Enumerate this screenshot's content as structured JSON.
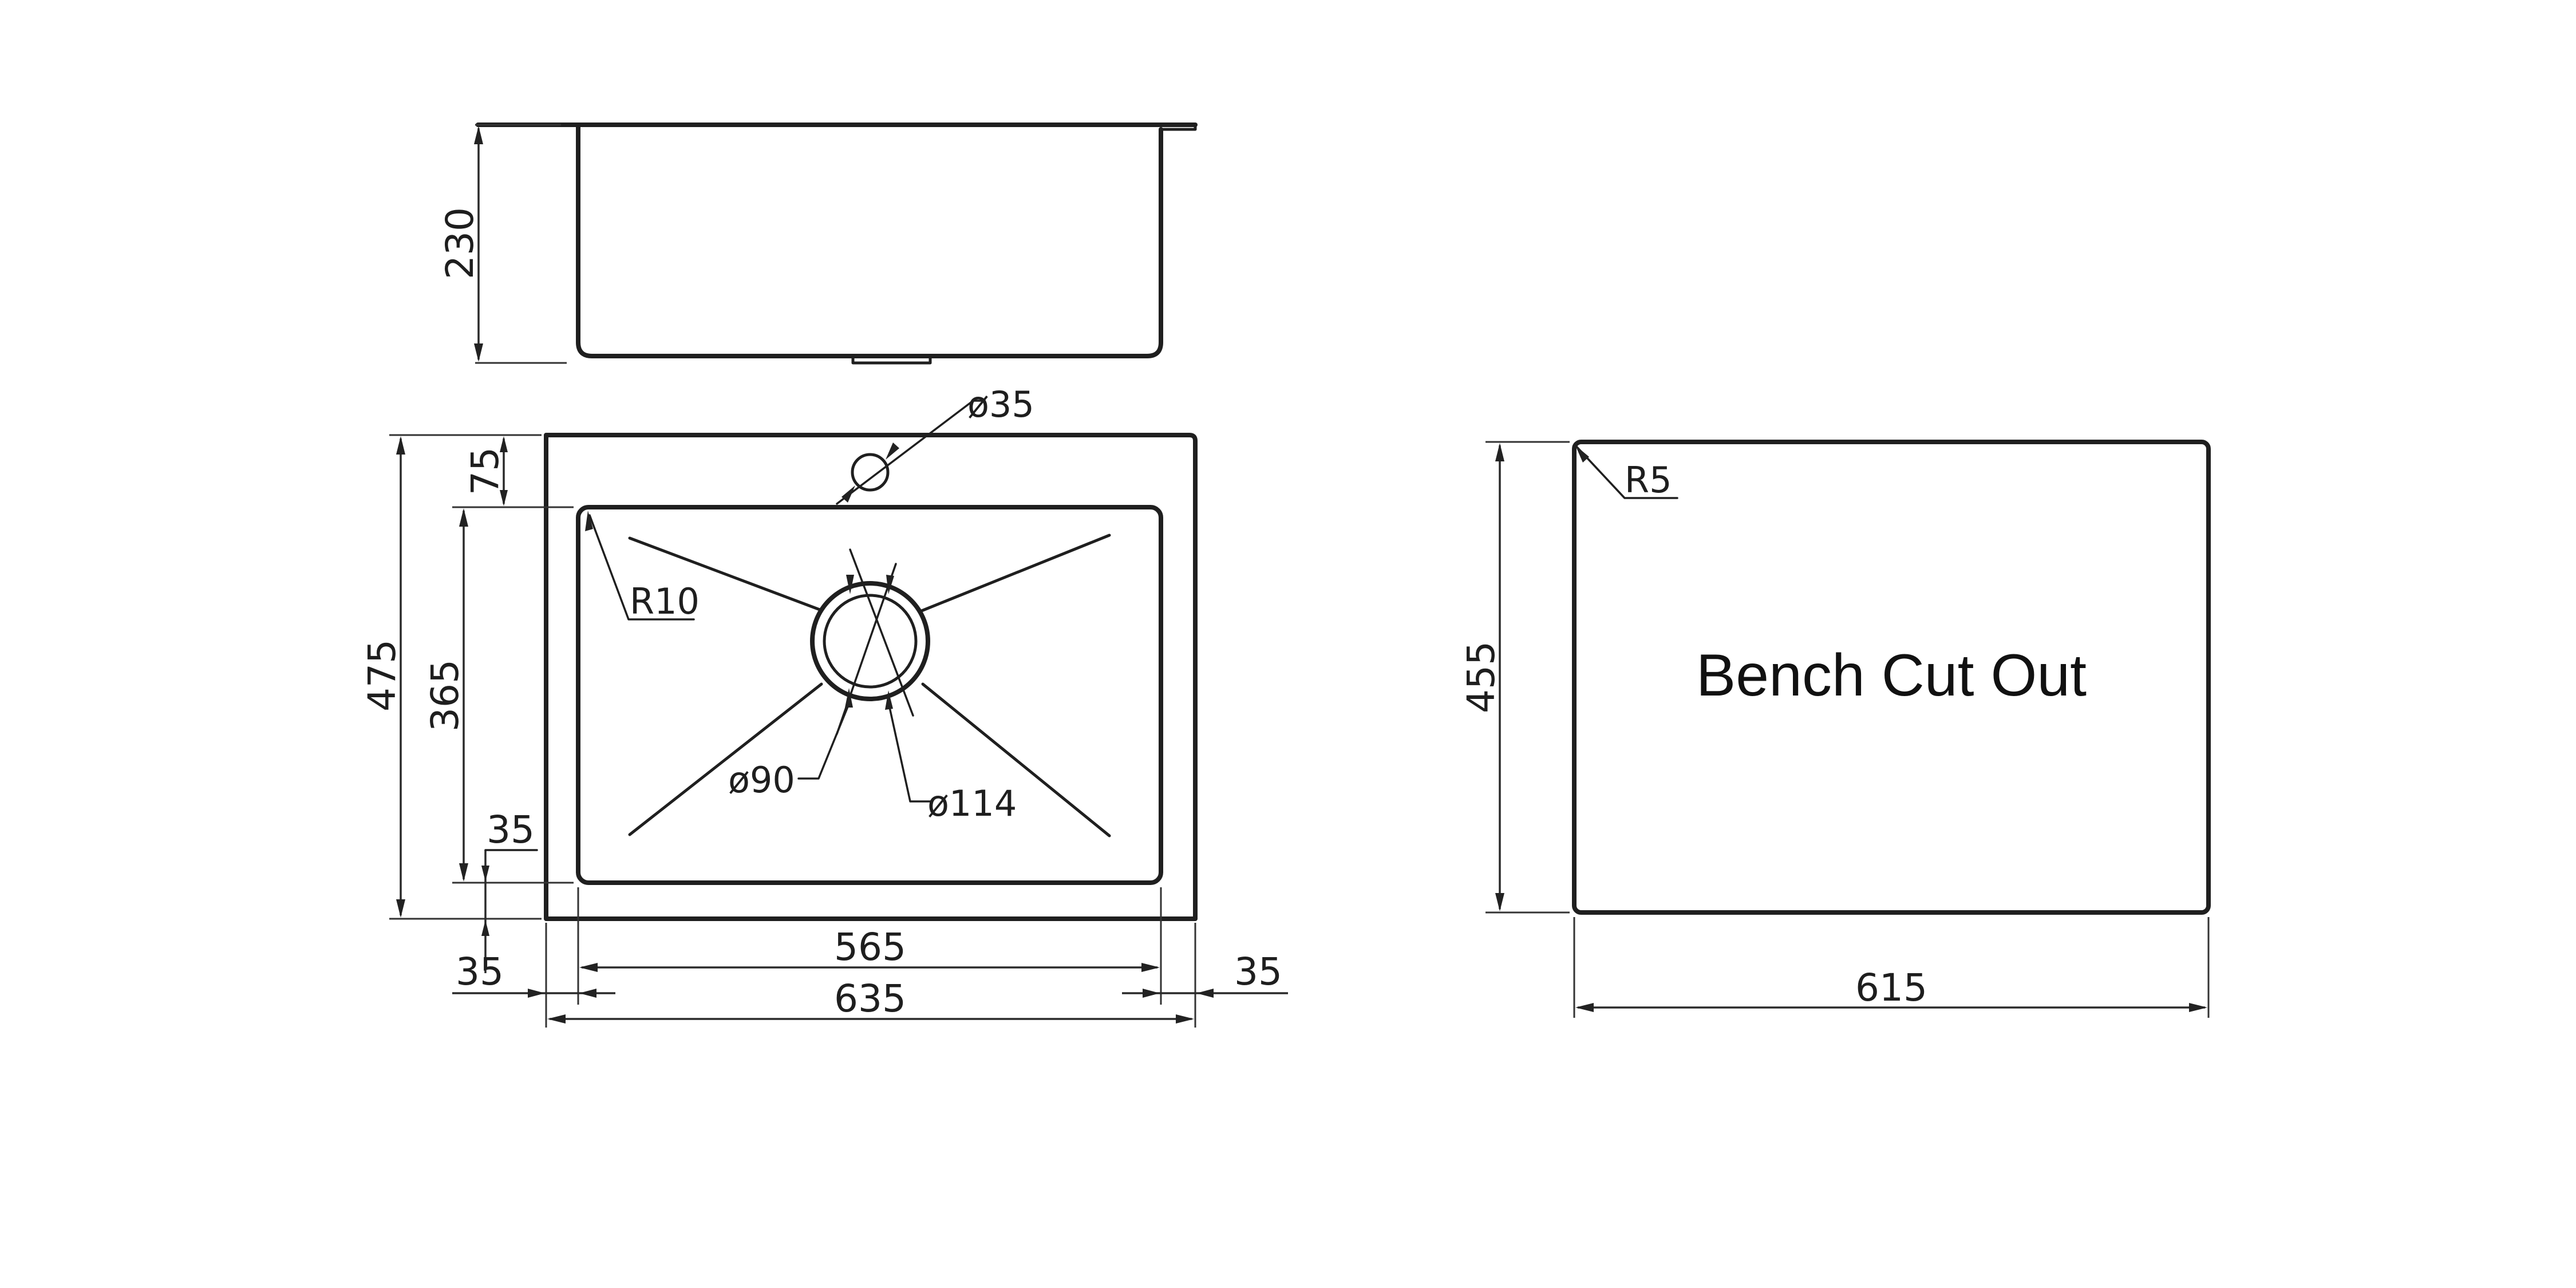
{
  "side_view": {
    "height_label": "230"
  },
  "plan_view": {
    "tap_hole_label": "ø35",
    "overall_depth_label": "475",
    "bowl_depth_label": "365",
    "back_margin_label": "75",
    "front_margin_label": "35",
    "corner_radius_label": "R10",
    "waste_inner_label": "ø90",
    "waste_outer_label": "ø114",
    "bowl_width_label": "565",
    "overall_width_label": "635",
    "left_margin_label": "35",
    "right_margin_label": "35"
  },
  "cutout_view": {
    "title": "Bench Cut Out",
    "corner_radius_label": "R5",
    "depth_label": "455",
    "width_label": "615"
  }
}
